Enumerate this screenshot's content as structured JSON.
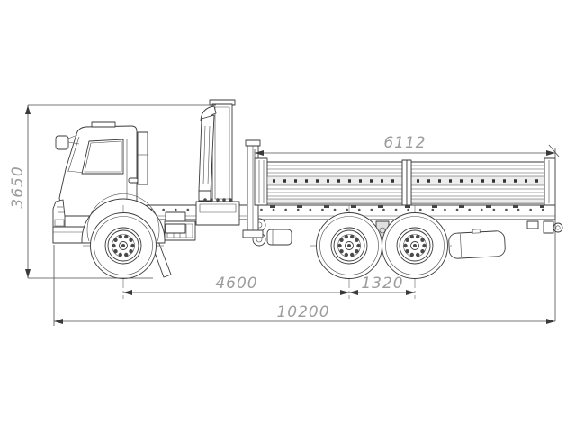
{
  "dimensions": {
    "overall_height": "3650",
    "bed_length": "6112",
    "wheelbase": "4600",
    "bogie_spacing": "1320",
    "overall_length": "10200"
  },
  "colors": {
    "background": "#ffffff",
    "drawing_line": "#3a3a3a",
    "dimension_line": "#4d4d4d",
    "dimension_text": "#9c9c9c"
  }
}
